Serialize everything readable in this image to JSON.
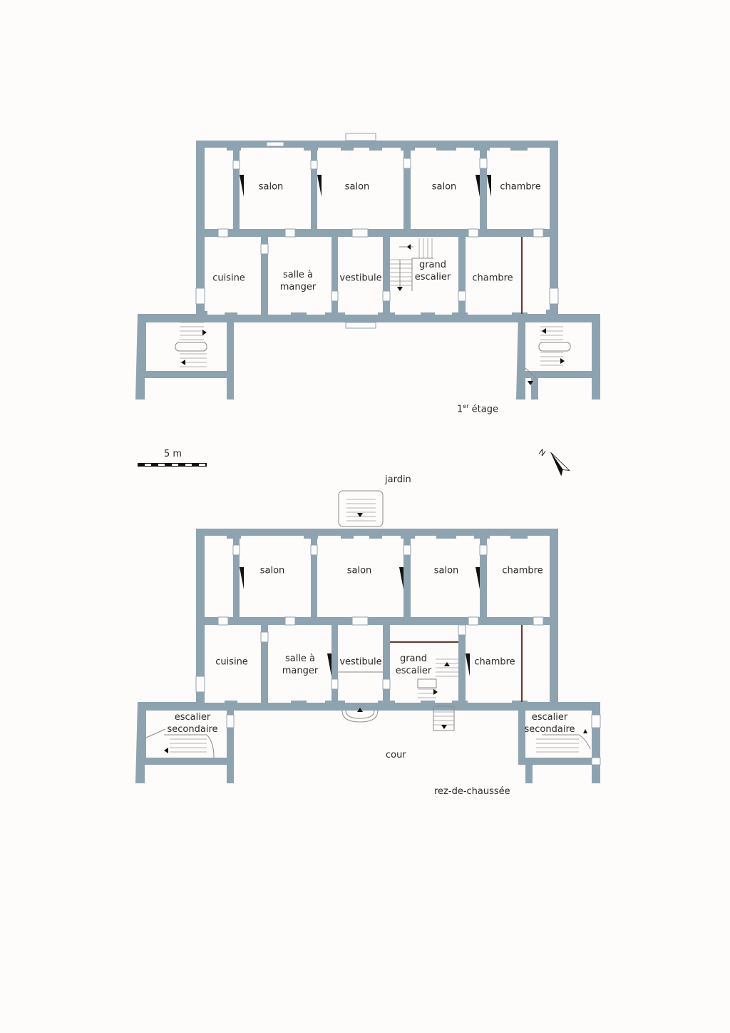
{
  "first_floor": {
    "caption_main": "1",
    "caption_sup": "er",
    "caption_rest": " étage",
    "rooms": [
      {
        "name": "salon"
      },
      {
        "name": "salon"
      },
      {
        "name": "salon"
      },
      {
        "name": "chambre"
      },
      {
        "name": "cuisine"
      },
      {
        "name": "salle à\nmanger"
      },
      {
        "name": "vestibule"
      },
      {
        "name": "grand\nescalier"
      },
      {
        "name": "chambre"
      }
    ]
  },
  "ground_floor": {
    "caption": "rez-de-chaussée",
    "rooms": [
      {
        "name": "salon"
      },
      {
        "name": "salon"
      },
      {
        "name": "salon"
      },
      {
        "name": "chambre"
      },
      {
        "name": "cuisine"
      },
      {
        "name": "salle à\nmanger"
      },
      {
        "name": "vestibule"
      },
      {
        "name": "grand\nescalier"
      },
      {
        "name": "chambre"
      },
      {
        "name": "escalier\nsecondaire"
      },
      {
        "name": "escalier\nsecondaire"
      }
    ]
  },
  "labels": {
    "scale": "5 m",
    "jardin": "jardin",
    "cour": "cour",
    "north": "N"
  },
  "colors": {
    "wall": "#8ea3b0",
    "partition": "#6b3a2f",
    "background": "#fdfcfb"
  }
}
